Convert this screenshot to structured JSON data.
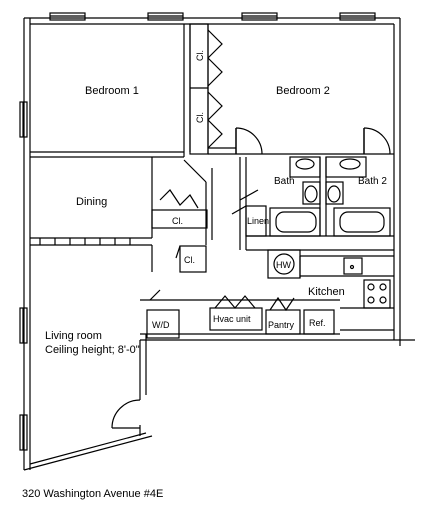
{
  "rooms": {
    "bedroom_1": "Bedroom 1",
    "bedroom_2": "Bedroom 2",
    "dining": "Dining",
    "bath": "Bath",
    "bath_2": "Bath 2",
    "linen": "Linen",
    "kitchen": "Kitchen",
    "living_room": "Living room",
    "ceiling_height": "Ceiling height; 8'-0\""
  },
  "fixtures": {
    "closet_1": "Cl.",
    "closet_2": "Cl.",
    "closet_dining": "Cl.",
    "closet_entry": "Cl.",
    "water_heater": "HW",
    "washer_dryer": "W/D",
    "hvac_unit": "Hvac unit",
    "pantry": "Pantry",
    "refrigerator": "Ref."
  },
  "caption": "320 Washington Avenue #4E"
}
